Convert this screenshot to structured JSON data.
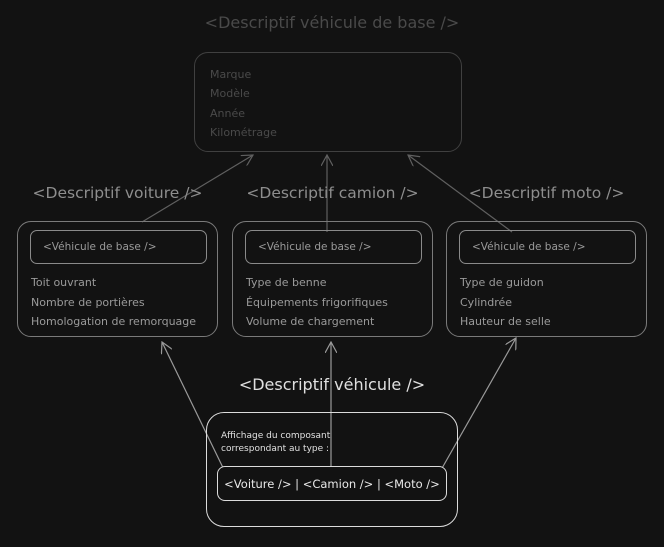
{
  "base": {
    "title": "<Descriptif véhicule de base />",
    "fields": [
      "Marque",
      "Modèle",
      "Année",
      "Kilométrage"
    ]
  },
  "children": [
    {
      "title": "<Descriptif voiture />",
      "inner": "<Véhicule de base />",
      "fields": [
        "Toit ouvrant",
        "Nombre de portières",
        "Homologation de remorquage"
      ]
    },
    {
      "title": "<Descriptif camion />",
      "inner": "<Véhicule de base />",
      "fields": [
        "Type de benne",
        "Équipements frigorifiques",
        "Volume de chargement"
      ]
    },
    {
      "title": "<Descriptif moto />",
      "inner": "<Véhicule de base />",
      "fields": [
        "Type de guidon",
        "Cylindrée",
        "Hauteur de selle"
      ]
    }
  ],
  "vehicle": {
    "title": "<Descriptif véhicule />",
    "description_line1": "Affichage du composant",
    "description_line2": "correspondant au type :",
    "switch": "<Voiture /> | <Camion /> | <Moto />"
  },
  "colors": {
    "background": "#121212",
    "base": "#454545",
    "children": "#9a9a9a",
    "vehicle": "#e0e0e0"
  }
}
